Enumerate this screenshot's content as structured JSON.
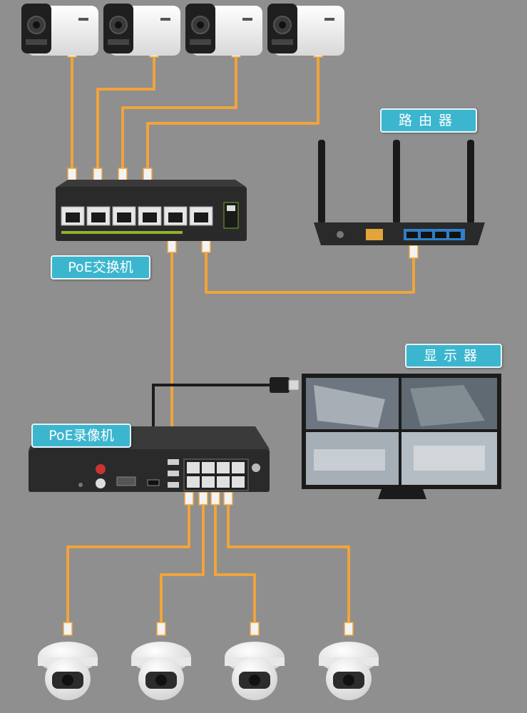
{
  "labels": {
    "router": "路由器",
    "poe_switch": "PoE交换机",
    "monitor": "显示器",
    "poe_nvr": "PoE录像机"
  },
  "colors": {
    "background": "#8f8f8f",
    "label_bg": "#3cb6cf",
    "cable": "#f0a43a",
    "device_dark": "#2b2b2b"
  }
}
